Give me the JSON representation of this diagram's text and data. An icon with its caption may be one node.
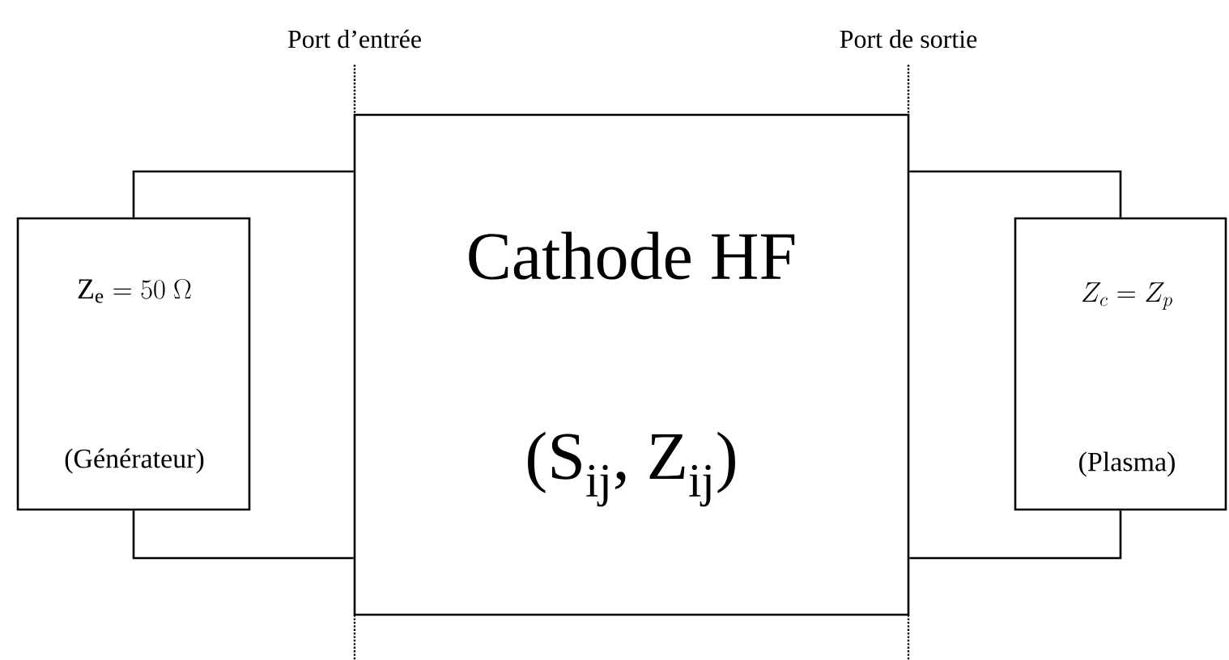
{
  "diagram": {
    "nodes": [
      {
        "text": [
          "\\mathrm{Z_e} = 50\\ \\Omega",
          "(Générateur)"
        ]
      },
      {
        "text": [
          "Cathode HF",
          "(S$_{ij}$, Z$_{ij}$)"
        ]
      },
      {
        "text": [
          "Z_c = Z_p",
          "(Plasma)"
        ]
      }
    ],
    "edges": [
      {
        "from": 0,
        "to": 1,
        "arrow": "none"
      },
      {
        "from": 0,
        "to": 1,
        "arrow": "none"
      },
      {
        "from": 1,
        "to": 2,
        "arrow": "none"
      },
      {
        "from": 1,
        "to": 2,
        "arrow": "none"
      }
    ],
    "labels": [
      "Port d’entrée",
      "Port de sortie"
    ]
  }
}
